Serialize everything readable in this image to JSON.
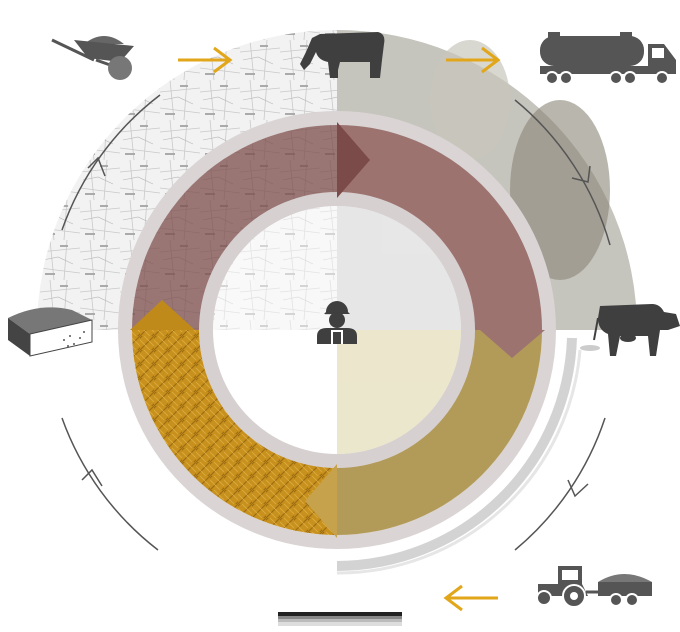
{
  "diagram": {
    "colors": {
      "brown": "#7a4a4a",
      "brown_light": "#a07878",
      "gold": "#d4a024",
      "gold_dark": "#c08a1a",
      "ring_grey": "#d9d3d3",
      "arrow_yellow": "#e2a61a",
      "icon_dark": "#3f3f3f",
      "line_grey": "#555555"
    },
    "center": {
      "icon": "farmer-icon"
    },
    "stations": [
      {
        "id": "wheelbarrow",
        "icon": "wheelbarrow-icon"
      },
      {
        "id": "cow-grazing",
        "icon": "cow-icon"
      },
      {
        "id": "milk-truck",
        "icon": "tanker-truck-icon"
      },
      {
        "id": "cow-standing",
        "icon": "cow-icon"
      },
      {
        "id": "tractor",
        "icon": "tractor-trailer-icon"
      },
      {
        "id": "soil",
        "icon": "soil-block-icon"
      }
    ],
    "connectors": [
      {
        "id": "wheelbarrow-to-cow",
        "icon": "arrow-right-icon"
      },
      {
        "id": "cow-to-truck",
        "icon": "arrow-right-icon"
      },
      {
        "id": "tractor-to-left",
        "icon": "arrow-left-icon"
      }
    ]
  }
}
